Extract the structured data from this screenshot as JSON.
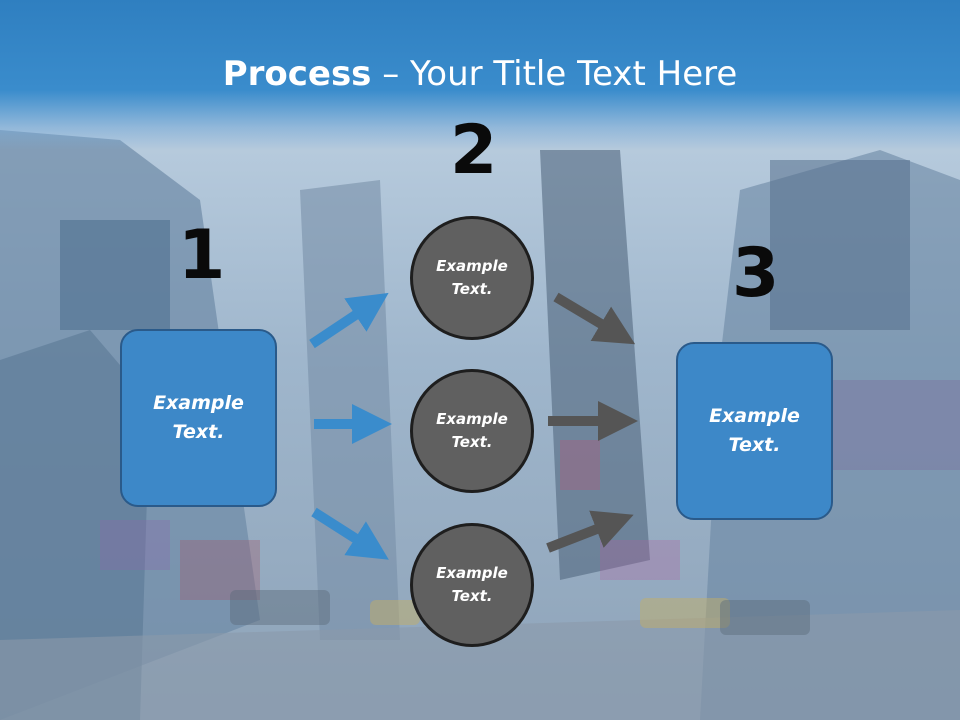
{
  "title": {
    "bold": "Process",
    "rest": " – Your Title Text Here"
  },
  "steps": {
    "one": "1",
    "two": "2",
    "three": "3"
  },
  "boxes": {
    "left": "Example Text.",
    "right": "Example Text."
  },
  "circles": [
    {
      "text": "Example Text."
    },
    {
      "text": "Example Text."
    },
    {
      "text": "Example Text."
    }
  ],
  "colors": {
    "title_bar": "#3a8ccc",
    "box": "#3d88c8",
    "circle": "#606060",
    "arrow_blue": "#3a8ccc",
    "arrow_gray": "#555555"
  }
}
